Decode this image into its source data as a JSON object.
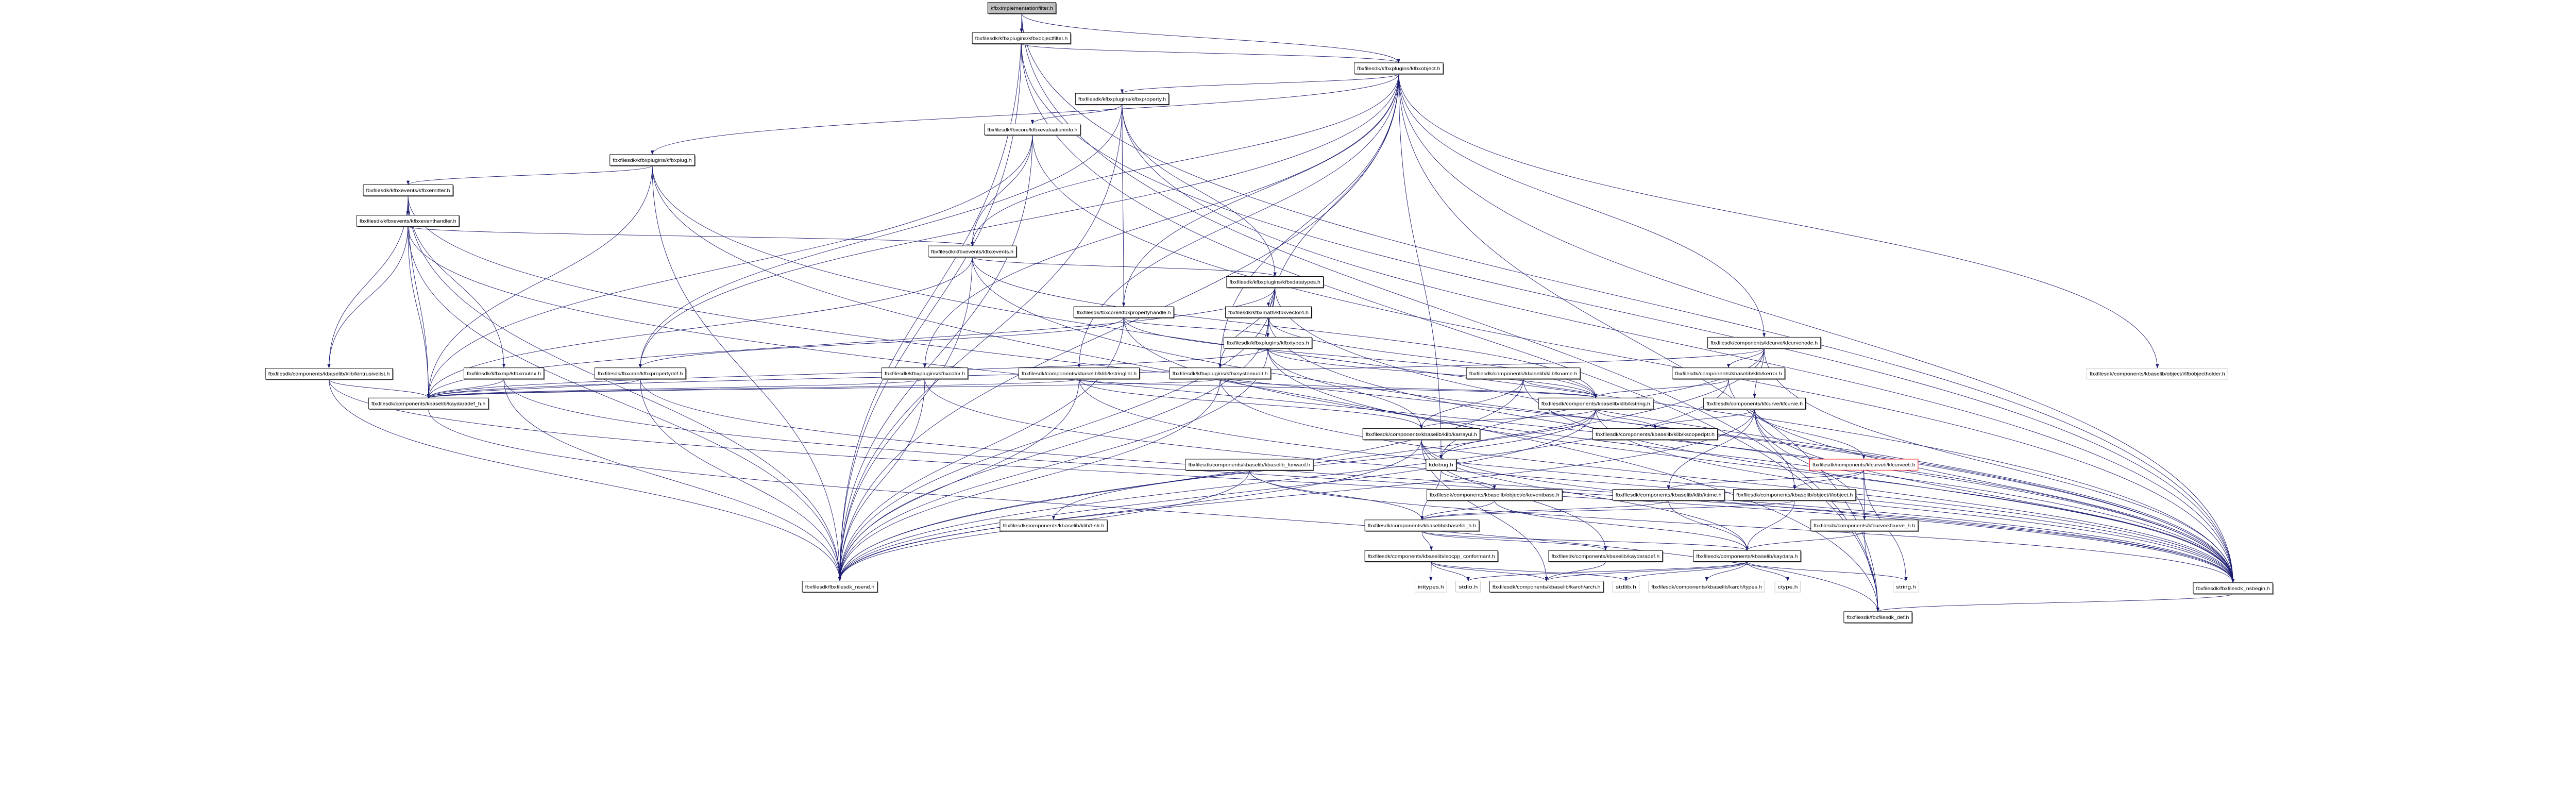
{
  "title": "kfbximplementationfilter.h include dependency graph",
  "colors": {
    "edge": "#191970",
    "root_fill": "#bfbfbf",
    "external_border": "#bfbfbf",
    "truncated_border": "#ff0000"
  },
  "nodes": [
    {
      "label": "kfbximplementationfilter.h",
      "kind": "root"
    },
    {
      "label": "fbxfilesdk/kfbxplugins/kfbxobjectfilter.h",
      "kind": "normal"
    },
    {
      "label": "fbxfilesdk/kfbxplugins/kfbxobject.h",
      "kind": "normal"
    },
    {
      "label": "fbxfilesdk/kfbxplugins/kfbxproperty.h",
      "kind": "normal"
    },
    {
      "label": "fbxfilesdk/fbxcore/kfbxevaluationinfo.h",
      "kind": "normal"
    },
    {
      "label": "fbxfilesdk/kfbxplugins/kfbxplug.h",
      "kind": "normal"
    },
    {
      "label": "fbxfilesdk/kfbxevents/kfbxemitter.h",
      "kind": "normal"
    },
    {
      "label": "fbxfilesdk/kfbxevents/kfbxeventhandler.h",
      "kind": "normal"
    },
    {
      "label": "fbxfilesdk/kfbxevents/kfbxevents.h",
      "kind": "normal"
    },
    {
      "label": "fbxfilesdk/kfbxplugins/kfbxdatatypes.h",
      "kind": "normal"
    },
    {
      "label": "fbxfilesdk/fbxcore/kfbxpropertyhandle.h",
      "kind": "normal"
    },
    {
      "label": "fbxfilesdk/kfbxmath/kfbxvector4.h",
      "kind": "normal"
    },
    {
      "label": "fbxfilesdk/kfbxplugins/kfbxtypes.h",
      "kind": "normal"
    },
    {
      "label": "fbxfilesdk/components/kfcurve/kfcurvenode.h",
      "kind": "normal"
    },
    {
      "label": "fbxfilesdk/components/kbaselib/klib/kintrusivelist.h",
      "kind": "normal"
    },
    {
      "label": "fbxfilesdk/kfbxmp/kfbxmutex.h",
      "kind": "normal"
    },
    {
      "label": "fbxfilesdk/fbxcore/kfbxpropertydef.h",
      "kind": "normal"
    },
    {
      "label": "fbxfilesdk/kfbxplugins/kfbxcolor.h",
      "kind": "normal"
    },
    {
      "label": "fbxfilesdk/components/kbaselib/klib/kstringlist.h",
      "kind": "normal"
    },
    {
      "label": "fbxfilesdk/kfbxplugins/kfbxsystemunit.h",
      "kind": "normal"
    },
    {
      "label": "fbxfilesdk/components/kbaselib/klib/kname.h",
      "kind": "normal"
    },
    {
      "label": "fbxfilesdk/components/kbaselib/klib/kerror.h",
      "kind": "normal"
    },
    {
      "label": "fbxfilesdk/components/kbaselib/object/i/ifbobjectholder.h",
      "kind": "external"
    },
    {
      "label": "fbxfilesdk/components/kbaselib/kaydaradef_h.h",
      "kind": "normal"
    },
    {
      "label": "fbxfilesdk/components/kbaselib/klib/kstring.h",
      "kind": "normal"
    },
    {
      "label": "fbxfilesdk/components/kfcurve/kfcurve.h",
      "kind": "normal"
    },
    {
      "label": "fbxfilesdk/components/kbaselib/klib/karrayul.h",
      "kind": "normal"
    },
    {
      "label": "fbxfilesdk/components/kbaselib/klib/kscopedptr.h",
      "kind": "normal"
    },
    {
      "label": "fbxfilesdk/components/kbaselib/kbaselib_forward.h",
      "kind": "normal"
    },
    {
      "label": "kdebug.h",
      "kind": "normal"
    },
    {
      "label": "fbxfilesdk/components/kfcurve/i/kfcurveeti.h",
      "kind": "truncated"
    },
    {
      "label": "fbxfilesdk/components/kbaselib/object/e/keventbase.h",
      "kind": "normal"
    },
    {
      "label": "fbxfilesdk/components/kbaselib/klib/ktime.h",
      "kind": "normal"
    },
    {
      "label": "fbxfilesdk/components/kbaselib/object/i/iobject.h",
      "kind": "normal"
    },
    {
      "label": "fbxfilesdk/components/kbaselib/klib/t-str.h",
      "kind": "normal"
    },
    {
      "label": "fbxfilesdk/components/kbaselib/kbaselib_h.h",
      "kind": "normal"
    },
    {
      "label": "fbxfilesdk/components/kfcurve/kfcurve_h.h",
      "kind": "normal"
    },
    {
      "label": "fbxfilesdk/components/kbaselib/isocpp_conformant.h",
      "kind": "normal"
    },
    {
      "label": "fbxfilesdk/components/kbaselib/kaydaradef.h",
      "kind": "normal"
    },
    {
      "label": "fbxfilesdk/components/kbaselib/kaydara.h",
      "kind": "normal"
    },
    {
      "label": "fbxfilesdk/fbxfilesdk_nsend.h",
      "kind": "normal"
    },
    {
      "label": "inttypes.h",
      "kind": "external"
    },
    {
      "label": "stdio.h",
      "kind": "external"
    },
    {
      "label": "fbxfilesdk/components/kbaselib/karch/arch.h",
      "kind": "normal"
    },
    {
      "label": "stdlib.h",
      "kind": "external"
    },
    {
      "label": "fbxfilesdk/components/kbaselib/karch/types.h",
      "kind": "external"
    },
    {
      "label": "ctype.h",
      "kind": "external"
    },
    {
      "label": "string.h",
      "kind": "external"
    },
    {
      "label": "fbxfilesdk/fbxfilesdk_nsbegin.h",
      "kind": "normal"
    },
    {
      "label": "fbxfilesdk/fbxfilesdk_def.h",
      "kind": "normal"
    }
  ],
  "edges": [
    [
      0,
      1
    ],
    [
      0,
      2
    ],
    [
      0,
      40
    ],
    [
      0,
      48
    ],
    [
      0,
      49
    ],
    [
      1,
      2
    ],
    [
      1,
      40
    ],
    [
      1,
      48
    ],
    [
      1,
      49
    ],
    [
      2,
      3
    ],
    [
      2,
      5
    ],
    [
      2,
      8
    ],
    [
      2,
      10
    ],
    [
      2,
      12
    ],
    [
      2,
      13
    ],
    [
      2,
      16
    ],
    [
      2,
      17
    ],
    [
      2,
      18
    ],
    [
      2,
      19
    ],
    [
      2,
      22
    ],
    [
      2,
      29
    ],
    [
      2,
      40
    ],
    [
      2,
      48
    ],
    [
      2,
      49
    ],
    [
      3,
      4
    ],
    [
      3,
      9
    ],
    [
      3,
      10
    ],
    [
      3,
      16
    ],
    [
      3,
      40
    ],
    [
      3,
      48
    ],
    [
      4,
      8
    ],
    [
      4,
      23
    ],
    [
      4,
      40
    ],
    [
      4,
      48
    ],
    [
      5,
      6
    ],
    [
      5,
      23
    ],
    [
      5,
      40
    ],
    [
      5,
      48
    ],
    [
      5,
      49
    ],
    [
      6,
      7
    ],
    [
      6,
      14
    ],
    [
      6,
      15
    ],
    [
      6,
      23
    ],
    [
      6,
      40
    ],
    [
      6,
      48
    ],
    [
      7,
      8
    ],
    [
      7,
      14
    ],
    [
      7,
      23
    ],
    [
      7,
      40
    ],
    [
      7,
      48
    ],
    [
      8,
      9
    ],
    [
      8,
      23
    ],
    [
      8,
      24
    ],
    [
      8,
      40
    ],
    [
      8,
      48
    ],
    [
      9,
      11
    ],
    [
      9,
      12
    ],
    [
      9,
      19
    ],
    [
      9,
      23
    ],
    [
      9,
      40
    ],
    [
      9,
      48
    ],
    [
      10,
      12
    ],
    [
      10,
      16
    ],
    [
      10,
      24
    ],
    [
      10,
      40
    ],
    [
      10,
      48
    ],
    [
      11,
      12
    ],
    [
      11,
      24
    ],
    [
      11,
      40
    ],
    [
      11,
      48
    ],
    [
      12,
      23
    ],
    [
      12,
      24
    ],
    [
      12,
      26
    ],
    [
      12,
      40
    ],
    [
      12,
      48
    ],
    [
      13,
      21
    ],
    [
      13,
      23
    ],
    [
      13,
      25
    ],
    [
      13,
      29
    ],
    [
      13,
      40
    ],
    [
      13,
      48
    ],
    [
      14,
      23
    ],
    [
      14,
      40
    ],
    [
      14,
      48
    ],
    [
      15,
      23
    ],
    [
      15,
      40
    ],
    [
      15,
      48
    ],
    [
      16,
      23
    ],
    [
      16,
      40
    ],
    [
      16,
      48
    ],
    [
      17,
      23
    ],
    [
      17,
      40
    ],
    [
      17,
      48
    ],
    [
      18,
      23
    ],
    [
      18,
      24
    ],
    [
      18,
      26
    ],
    [
      18,
      40
    ],
    [
      18,
      48
    ],
    [
      19,
      23
    ],
    [
      19,
      24
    ],
    [
      19,
      40
    ],
    [
      19,
      48
    ],
    [
      20,
      24
    ],
    [
      20,
      26
    ],
    [
      20,
      40
    ],
    [
      20,
      48
    ],
    [
      21,
      24
    ],
    [
      21,
      40
    ],
    [
      21,
      48
    ],
    [
      23,
      49
    ],
    [
      24,
      26
    ],
    [
      24,
      27
    ],
    [
      24,
      29
    ],
    [
      24,
      34
    ],
    [
      24,
      40
    ],
    [
      24,
      48
    ],
    [
      25,
      27
    ],
    [
      25,
      30
    ],
    [
      25,
      32
    ],
    [
      25,
      33
    ],
    [
      25,
      36
    ],
    [
      25,
      40
    ],
    [
      25,
      48
    ],
    [
      26,
      38
    ],
    [
      26,
      39
    ],
    [
      26,
      43
    ],
    [
      26,
      40
    ],
    [
      26,
      48
    ],
    [
      28,
      35
    ],
    [
      28,
      40
    ],
    [
      28,
      48
    ],
    [
      29,
      35
    ],
    [
      29,
      31
    ],
    [
      30,
      32
    ],
    [
      30,
      33
    ],
    [
      30,
      36
    ],
    [
      30,
      47
    ],
    [
      31,
      35
    ],
    [
      31,
      39
    ],
    [
      32,
      35
    ],
    [
      32,
      39
    ],
    [
      33,
      35
    ],
    [
      33,
      39
    ],
    [
      35,
      37
    ],
    [
      35,
      38
    ],
    [
      35,
      39
    ],
    [
      36,
      39
    ],
    [
      36,
      49
    ],
    [
      37,
      41
    ],
    [
      37,
      42
    ],
    [
      37,
      43
    ],
    [
      37,
      44
    ],
    [
      38,
      43
    ],
    [
      39,
      42
    ],
    [
      39,
      43
    ],
    [
      39,
      44
    ],
    [
      39,
      45
    ],
    [
      39,
      46
    ],
    [
      39,
      47
    ],
    [
      48,
      49
    ]
  ]
}
